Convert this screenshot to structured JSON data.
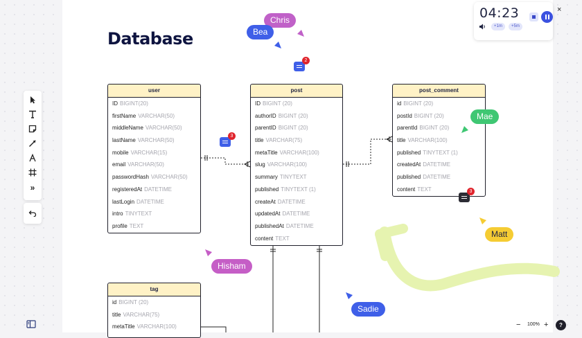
{
  "title": "Database",
  "tables": {
    "user": {
      "name": "user",
      "rows": [
        {
          "field": "ID",
          "type": "BIGINT(20)"
        },
        {
          "field": "firstName",
          "type": "VARCHAR(50)"
        },
        {
          "field": "middleName",
          "type": "VARCHAR(50)"
        },
        {
          "field": "lastName",
          "type": "VARCHAR(50)"
        },
        {
          "field": "mobile",
          "type": "VARCHAR(15)"
        },
        {
          "field": "email",
          "type": "VARCHAR(50)"
        },
        {
          "field": "passwordHash",
          "type": "VARCHAR(50)"
        },
        {
          "field": "registeredAt",
          "type": "DATETIME"
        },
        {
          "field": "lastLogin",
          "type": "DATETIME"
        },
        {
          "field": "intro",
          "type": "TINYTEXT"
        },
        {
          "field": "profile",
          "type": "TEXT"
        }
      ]
    },
    "post": {
      "name": "post",
      "rows": [
        {
          "field": "ID",
          "type": "BIGINT (20)"
        },
        {
          "field": "authorID",
          "type": "BIGINT (20)"
        },
        {
          "field": "parentID",
          "type": "BIGINT (20)"
        },
        {
          "field": "title",
          "type": "VARCHAR(75)"
        },
        {
          "field": "metaTitle",
          "type": "VARCHAR(100)"
        },
        {
          "field": "slug",
          "type": "VARCHAR(100)"
        },
        {
          "field": "summary",
          "type": "TINYTEXT"
        },
        {
          "field": "published",
          "type": "TINYTEXT (1)"
        },
        {
          "field": "createAt",
          "type": "DATETIME"
        },
        {
          "field": "updatedAt",
          "type": "DATETIME"
        },
        {
          "field": "publishedAt",
          "type": "DATETIME"
        },
        {
          "field": "content",
          "type": "TEXT"
        }
      ]
    },
    "post_comment": {
      "name": "post_comment",
      "rows": [
        {
          "field": "id",
          "type": "BIGINT (20)"
        },
        {
          "field": "postId",
          "type": "BIGINT (20)"
        },
        {
          "field": "parentId",
          "type": "BIGINT (20)"
        },
        {
          "field": "title",
          "type": "VARCHAR(100)"
        },
        {
          "field": "published",
          "type": "TINYTEXT (1)"
        },
        {
          "field": "createdAt",
          "type": "DATETIME"
        },
        {
          "field": "published",
          "type": "DATETIME"
        },
        {
          "field": "content",
          "type": "TEXT"
        }
      ]
    },
    "tag": {
      "name": "tag",
      "rows": [
        {
          "field": "id",
          "type": "BIGINT (20)"
        },
        {
          "field": "title",
          "type": "VARCHAR(75)"
        },
        {
          "field": "metaTitle",
          "type": "VARCHAR(100)"
        }
      ]
    }
  },
  "cursors": {
    "chris": {
      "name": "Chris",
      "color": "#c061c8"
    },
    "bea": {
      "name": "Bea",
      "color": "#3f5fe8"
    },
    "mae": {
      "name": "Mae",
      "color": "#3fc773"
    },
    "matt": {
      "name": "Matt",
      "color": "#f5cc33"
    },
    "hisham": {
      "name": "Hisham",
      "color": "#c55ec6"
    },
    "sadie": {
      "name": "Sadie",
      "color": "#3f5fe8"
    }
  },
  "comments": {
    "top": {
      "count": "2",
      "color": "#3f5fe8"
    },
    "user_post": {
      "count": "3",
      "color": "#3f5fe8"
    },
    "post_comment": {
      "count": "3",
      "color": "#2c2c34"
    }
  },
  "timer": {
    "time": "04:23",
    "add_one": "+1m",
    "add_five": "+5m"
  },
  "zoom": {
    "minus": "−",
    "level": "100%",
    "plus": "+"
  },
  "help": "?",
  "close": "×",
  "toolbar": {
    "tools": [
      "select-icon",
      "text-icon",
      "sticky-note-icon",
      "connector-icon",
      "pen-icon",
      "frame-icon",
      "more-icon"
    ],
    "more_label": "»"
  },
  "colors": {
    "table_header": "#fff2c6",
    "highlight_stroke": "#e6f3b0",
    "title": "#0e1440"
  }
}
